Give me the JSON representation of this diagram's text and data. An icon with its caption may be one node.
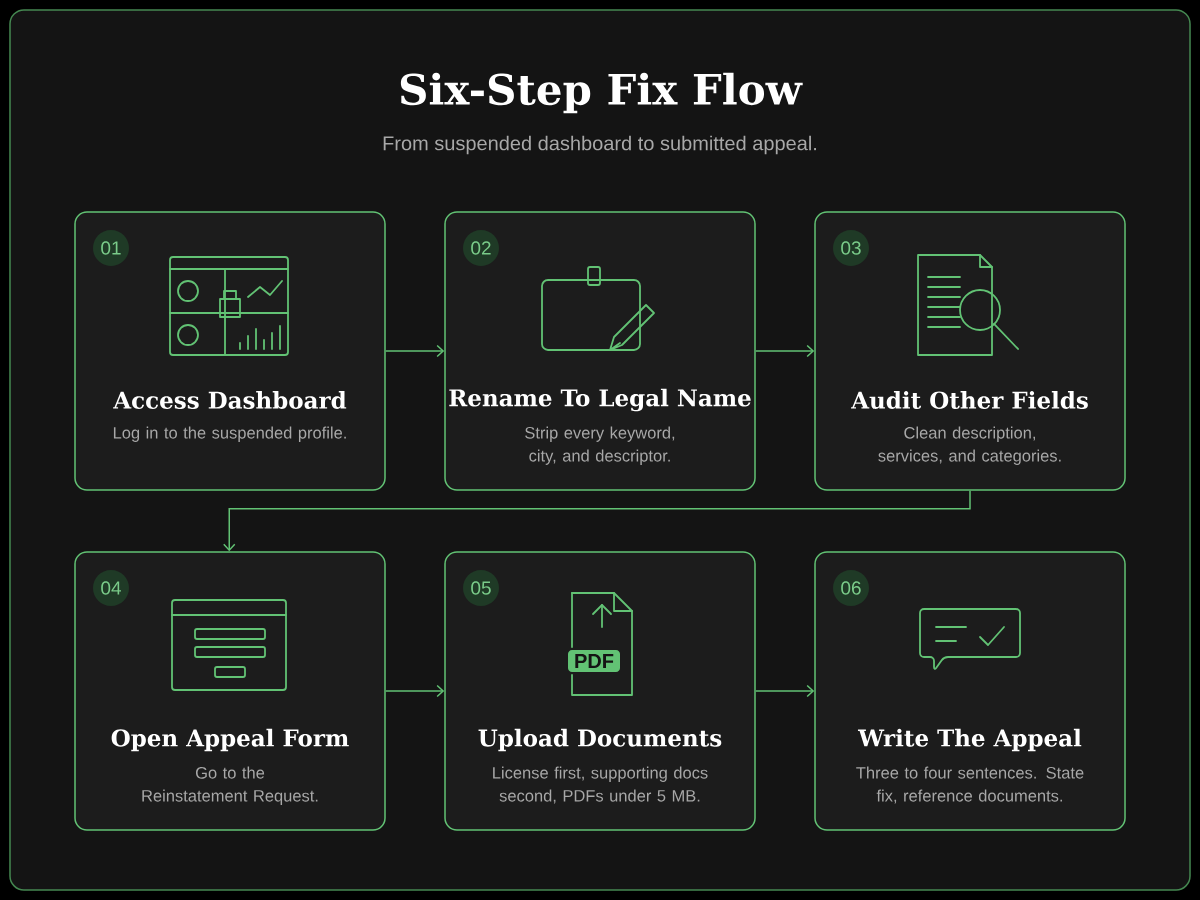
{
  "diagram": {
    "title": "Six-Step Fix Flow",
    "nodes": [
      {
        "text": [
          "01",
          "Access Dashboard",
          "Log in to the suspended profile."
        ]
      },
      {
        "text": [
          "02",
          "Rename To Legal Name",
          "Strip every keyword, city, and descriptor."
        ]
      },
      {
        "text": [
          "03",
          "Audit Other Fields",
          "Clean description, services, and categories."
        ]
      },
      {
        "text": [
          "04",
          "Open Appeal Form",
          "Go to the Reinstatement Request."
        ]
      },
      {
        "text": [
          "05",
          "Upload Documents",
          "License first, supporting docs second, PDFs under 5 MB."
        ]
      },
      {
        "text": [
          "06",
          "Write The Appeal",
          "Three to four sentences. State fix, reference documents."
        ]
      }
    ],
    "edges": [
      {
        "from": 0,
        "to": 1,
        "arrow": "to"
      },
      {
        "from": 1,
        "to": 2,
        "arrow": "to"
      },
      {
        "from": 2,
        "to": 3,
        "arrow": "to"
      },
      {
        "from": 3,
        "to": 4,
        "arrow": "to"
      },
      {
        "from": 4,
        "to": 5,
        "arrow": "to"
      }
    ],
    "labels": [
      "From suspended dashboard to submitted appeal.",
      "PDF"
    ]
  }
}
